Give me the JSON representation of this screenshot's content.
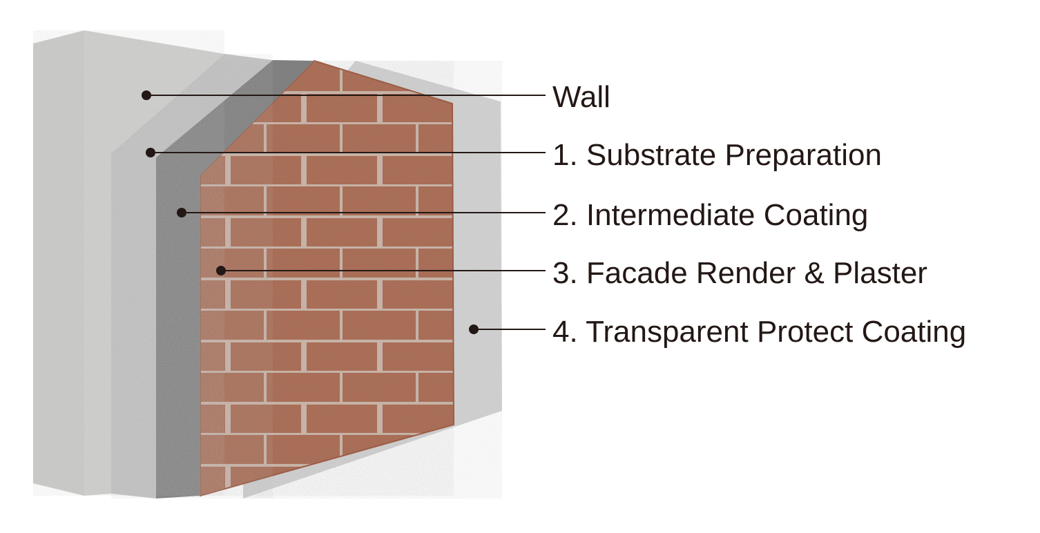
{
  "diagram": {
    "colors": {
      "wall": "#d2d2d0",
      "substrate": "#c4c4c4",
      "intermediate": "#808080",
      "render_brick": "#a86850",
      "mortar": "#c9b3a6",
      "protect": "#d4d4d4",
      "text": "#231815"
    },
    "labels": [
      {
        "id": "wall",
        "text": "Wall"
      },
      {
        "id": "substrate",
        "text": "1. Substrate Preparation"
      },
      {
        "id": "intermediate",
        "text": "2. Intermediate Coating"
      },
      {
        "id": "render",
        "text": "3. Facade Render & Plaster"
      },
      {
        "id": "protect",
        "text": "4. Transparent Protect Coating"
      }
    ]
  }
}
